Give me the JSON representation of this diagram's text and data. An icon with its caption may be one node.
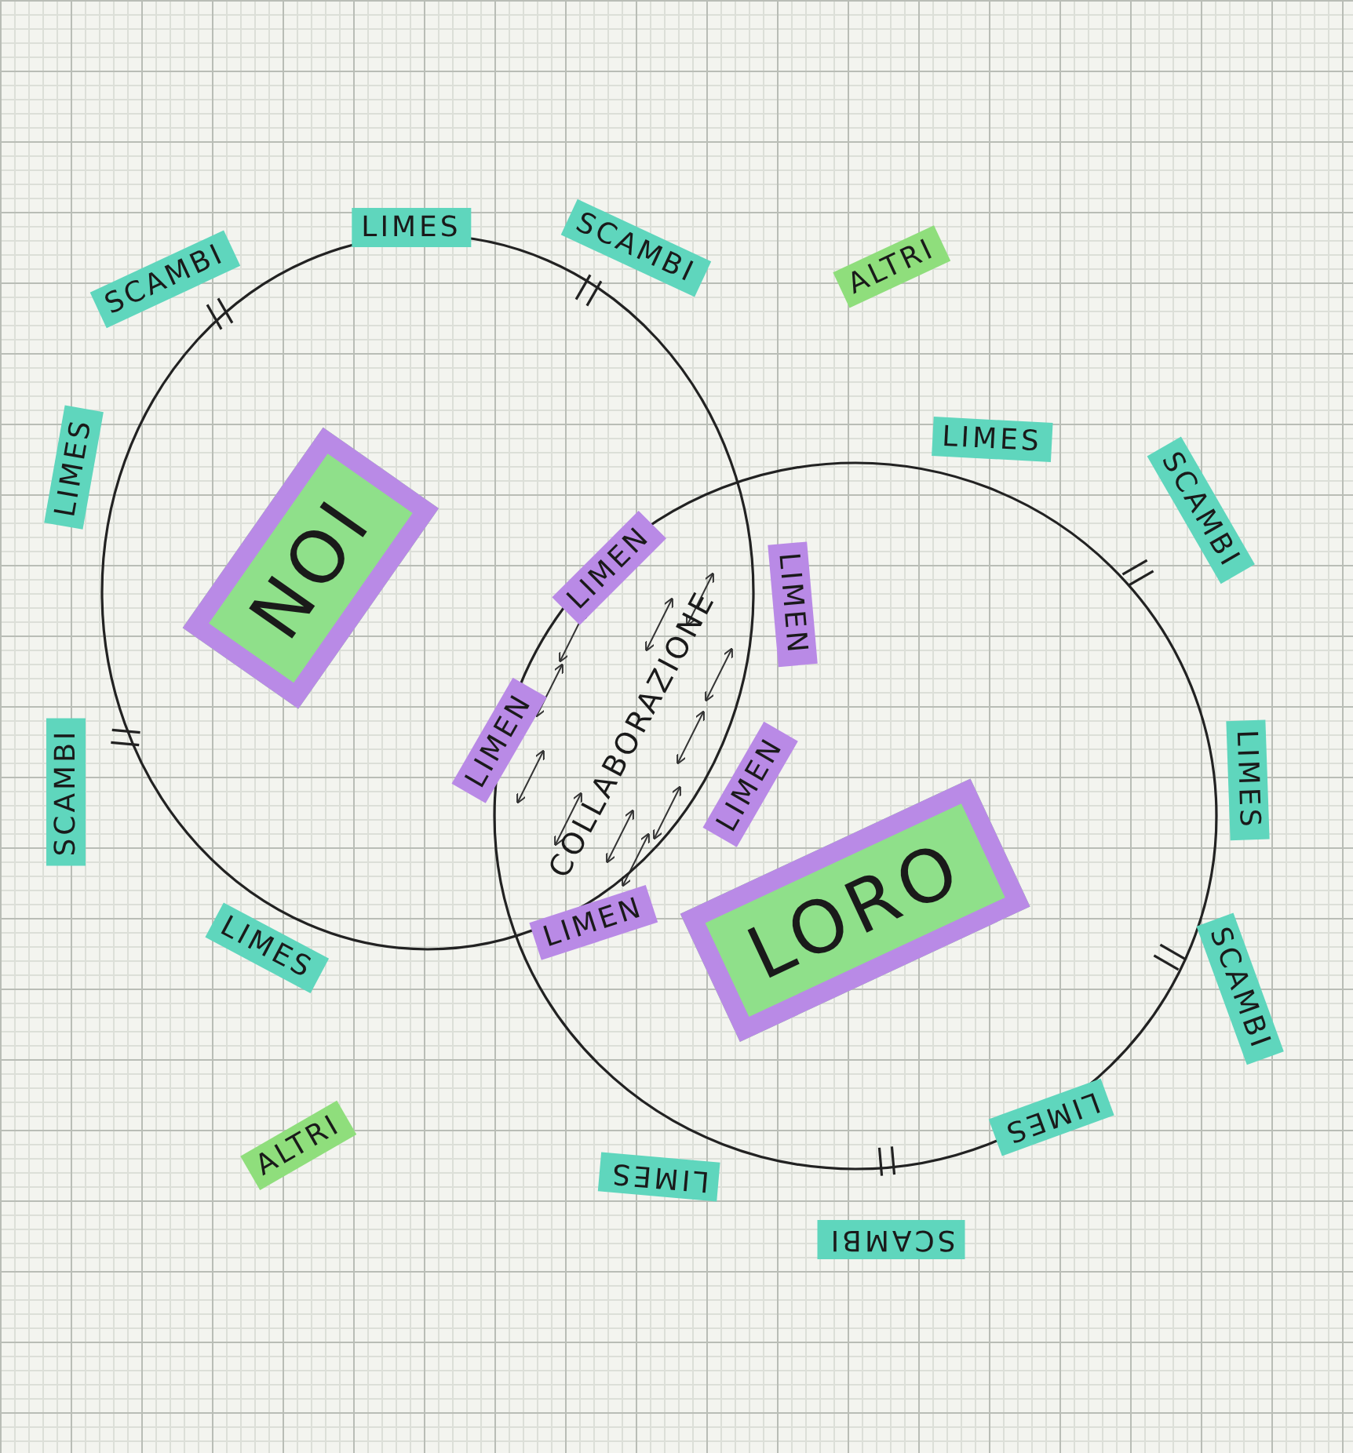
{
  "diagram": {
    "nodes": [
      {
        "text": [
          "NOI"
        ]
      },
      {
        "text": [
          "LORO"
        ]
      }
    ],
    "labels": [
      "SCAMBI",
      "LIMES",
      "SCAMBI",
      "ALTRI",
      "LIMES",
      "LIMES",
      "SCAMBI",
      "LIMEN",
      "LIMEN",
      "LIMEN",
      "COLLABORAZIONE",
      "LIMEN",
      "SCAMBI",
      "LIMES",
      "LIMES",
      "LIMEN",
      "SCAMBI",
      "ALTRI",
      "LIMES",
      "LIMES",
      "SCAMBI"
    ]
  }
}
